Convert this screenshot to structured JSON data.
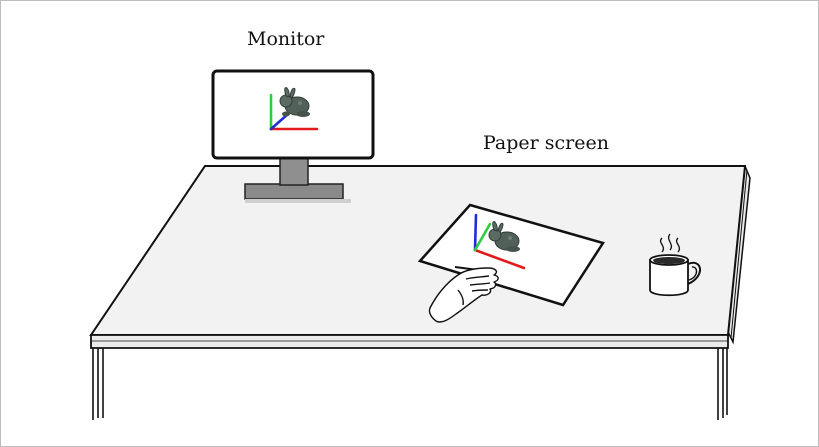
{
  "labels": {
    "monitor": "Monitor",
    "paper_screen": "Paper screen"
  },
  "objects": [
    "monitor",
    "stand",
    "table",
    "paper-sheet",
    "hand-holding-pen",
    "coffee-mug",
    "bunny-model",
    "coordinate-axes"
  ],
  "colors": {
    "axis_x": "#e31a1c",
    "axis_y": "#2ecc40",
    "axis_z": "#1f2fd6",
    "table_top": "#f2f2f2",
    "stand": "#8f8f8f",
    "bunny": "#4f5e57"
  }
}
